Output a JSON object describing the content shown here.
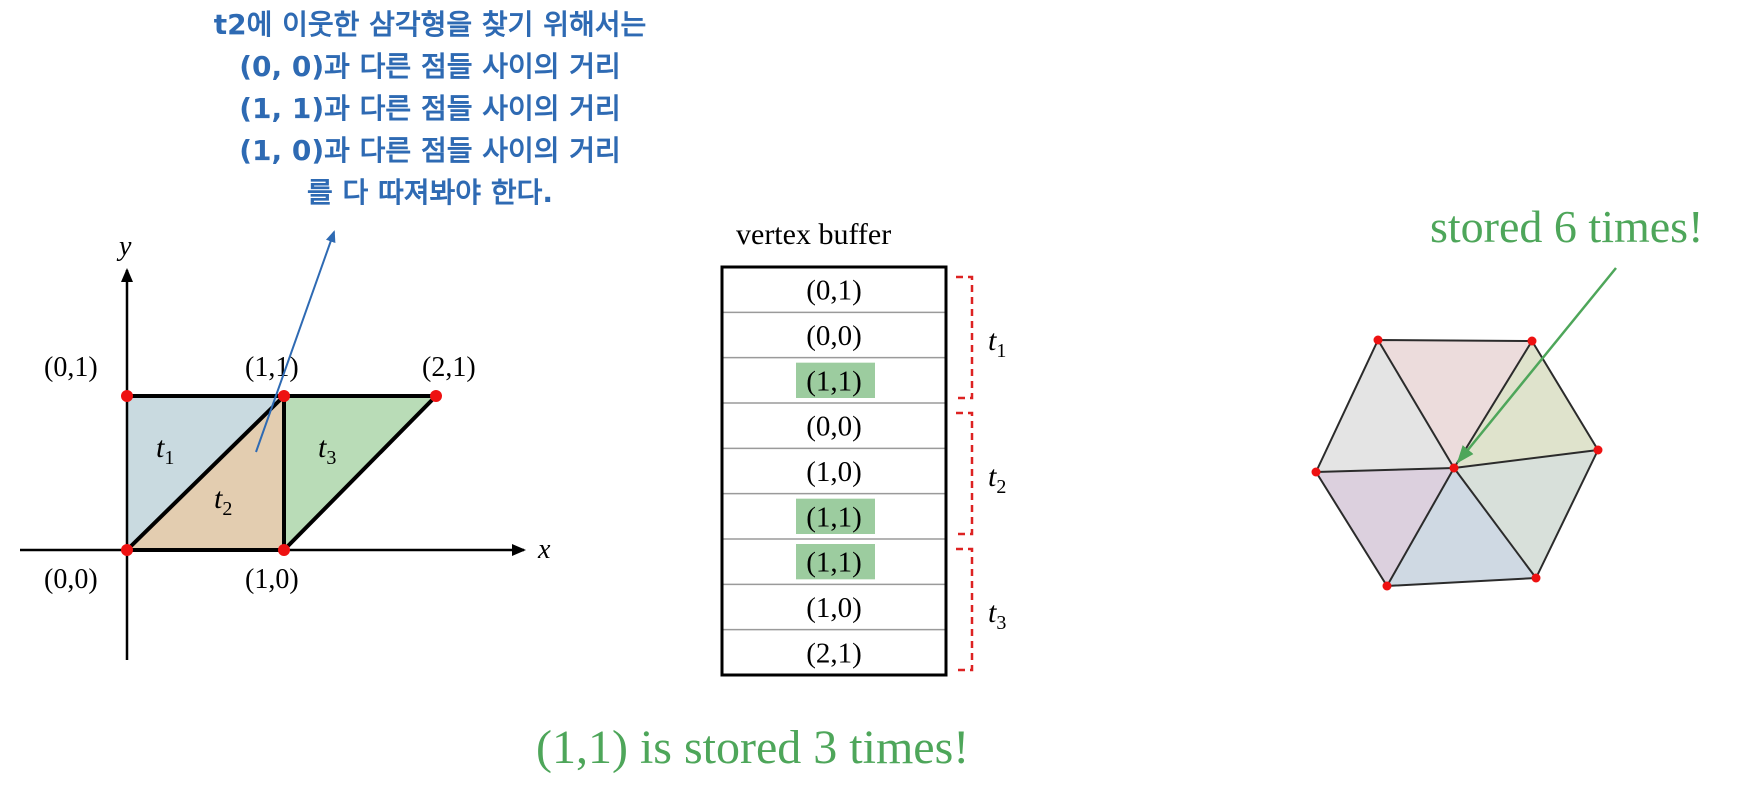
{
  "note": {
    "lines": [
      "t2에 이웃한 삼각형을 찾기 위해서는",
      "(0, 0)과 다른 점들 사이의 거리",
      "(1, 1)과 다른 점들 사이의 거리",
      "(1, 0)과 다른 점들 사이의 거리",
      "를 다 따져봐야 한다."
    ]
  },
  "mesh": {
    "axis_x": "x",
    "axis_y": "y",
    "vertices": [
      "(0,1)",
      "(1,1)",
      "(2,1)",
      "(0,0)",
      "(1,0)"
    ],
    "triangles": [
      "t",
      "t",
      "t"
    ],
    "triangle_subscripts": [
      "1",
      "2",
      "3"
    ],
    "colors": {
      "t1": "#c9dae0",
      "t2": "#e3cdb0",
      "t3": "#b9dcb7",
      "vertex": "#ee1111"
    }
  },
  "buffer": {
    "title": "vertex buffer",
    "rows": [
      "(0,1)",
      "(0,0)",
      "(1,1)",
      "(0,0)",
      "(1,0)",
      "(1,1)",
      "(1,1)",
      "(1,0)",
      "(2,1)"
    ],
    "highlighted": [
      false,
      false,
      true,
      false,
      false,
      true,
      true,
      false,
      false
    ],
    "groups": [
      "t",
      "t",
      "t"
    ],
    "group_subscripts": [
      "1",
      "2",
      "3"
    ],
    "highlight_color": "#9ccc9f",
    "bracket_color": "#dd2222"
  },
  "captions": {
    "bottom": "(1,1) is stored 3 times!",
    "right": "stored 6 times!",
    "color": "#4ea65a"
  },
  "hexagon": {
    "face_colors": [
      "#ecdcdc",
      "#dfe3cc",
      "#d8e0da",
      "#cfd9e3",
      "#dcd0de",
      "#e4e4e4"
    ]
  }
}
